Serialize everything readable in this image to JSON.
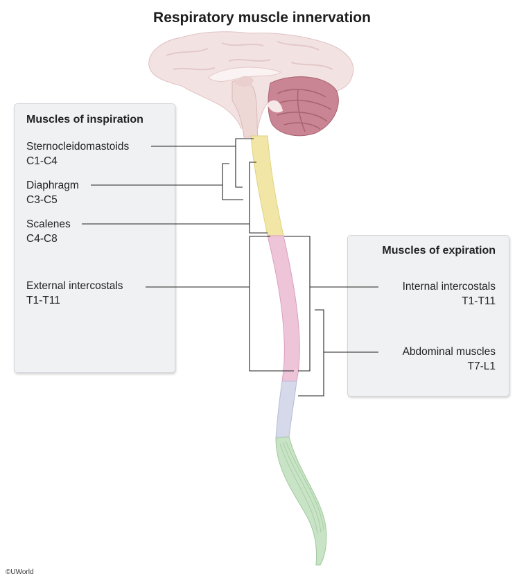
{
  "title": "Respiratory muscle innervation",
  "inspiration": {
    "heading": "Muscles of inspiration",
    "muscles": [
      {
        "name": "Sternocleidomastoids",
        "levels": "C1-C4"
      },
      {
        "name": "Diaphragm",
        "levels": "C3-C5"
      },
      {
        "name": "Scalenes",
        "levels": "C4-C8"
      },
      {
        "name": "External intercostals",
        "levels": "T1-T11"
      }
    ]
  },
  "expiration": {
    "heading": "Muscles of expiration",
    "muscles": [
      {
        "name": "Internal intercostals",
        "levels": "T1-T11"
      },
      {
        "name": "Abdominal muscles",
        "levels": "T7-L1"
      }
    ]
  },
  "colors": {
    "cervical": "#f1e6a6",
    "thoracic": "#eec4d9",
    "lumbar": "#d5d9ea",
    "sacral": "#c9e3c6",
    "brain": "#f3e1e1",
    "cerebellum": "#c98593",
    "panel_bg": "#eff1f3",
    "leader_line": "#222222"
  },
  "copyright": "©UWorld"
}
